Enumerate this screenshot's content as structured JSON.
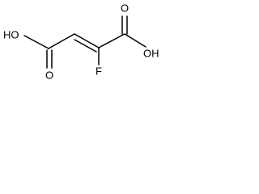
{
  "molecule": {
    "atoms": {
      "left_hydroxyl": "HO",
      "left_carbonyl_oxygen": "O",
      "right_carbonyl_oxygen": "O",
      "right_hydroxyl": "OH",
      "fluorine": "F"
    },
    "colors": {
      "bond": "#000000",
      "label": "#000000",
      "background": "#ffffff"
    }
  }
}
